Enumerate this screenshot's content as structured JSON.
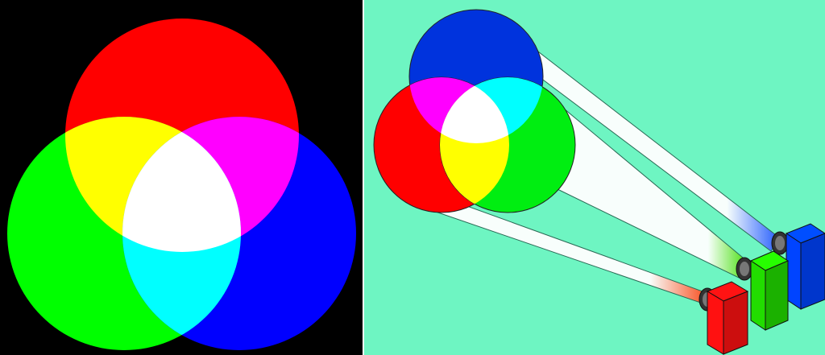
{
  "panels": [
    {
      "id": "left",
      "background": "#000000",
      "circles": [
        {
          "name": "red",
          "color": "#ff0000"
        },
        {
          "name": "green",
          "color": "#00ff00"
        },
        {
          "name": "blue",
          "color": "#0000ff"
        }
      ],
      "overlaps": [
        {
          "name": "yellow",
          "color": "#ffff00"
        },
        {
          "name": "magenta",
          "color": "#ff00ff"
        },
        {
          "name": "cyan",
          "color": "#00ffff"
        },
        {
          "name": "white",
          "color": "#ffffff"
        }
      ]
    },
    {
      "id": "right",
      "background": "#6ef5c2",
      "circles": [
        {
          "name": "blue",
          "color": "#0033dd"
        },
        {
          "name": "red",
          "color": "#ff0000"
        },
        {
          "name": "green",
          "color": "#00ee11"
        }
      ],
      "overlaps": [
        {
          "name": "magenta",
          "color": "#ff00ff"
        },
        {
          "name": "cyan",
          "color": "#00ffff"
        },
        {
          "name": "yellow",
          "color": "#ffff00"
        },
        {
          "name": "white",
          "color": "#ffffff"
        }
      ],
      "projectors": [
        {
          "name": "blue-projector",
          "color": "#0044ff"
        },
        {
          "name": "green-projector",
          "color": "#22dd00"
        },
        {
          "name": "red-projector",
          "color": "#ff1111"
        }
      ]
    }
  ]
}
